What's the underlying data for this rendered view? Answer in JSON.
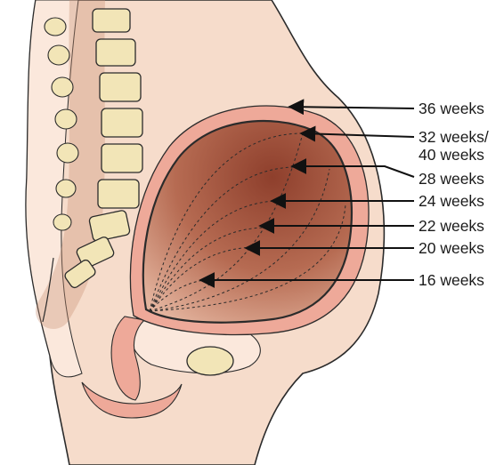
{
  "labels": {
    "w36": "36 weeks",
    "w32_line1": "32 weeks/",
    "w32_line2": "40 weeks",
    "w28": "28 weeks",
    "w24": "24 weeks",
    "w22": "22 weeks",
    "w20": "20 weeks",
    "w16": "16 weeks"
  },
  "colors": {
    "skin": "#f6dccb",
    "skin_light": "#fbe8dc",
    "uterine_wall": "#eea999",
    "cavity_dark": "#8e3f2c",
    "cavity_light": "#d59a80",
    "vertebra": "#f2e5b7",
    "disc": "#c98e74",
    "outline": "#2b2b2b"
  }
}
